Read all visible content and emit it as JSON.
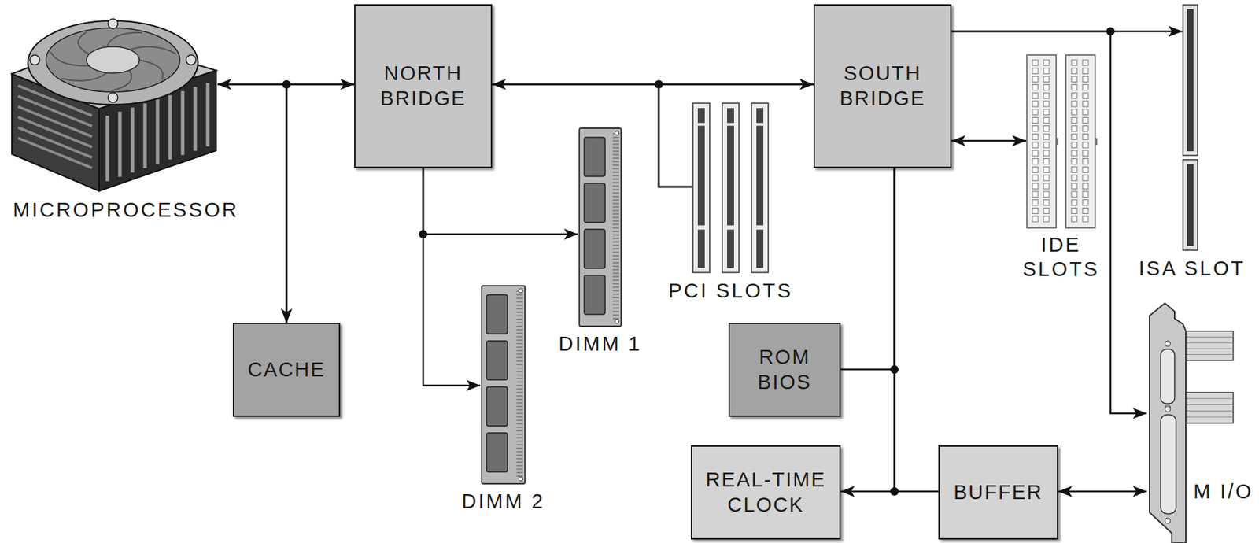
{
  "diagram": {
    "nodes": [
      {
        "text": [
          "MICROPROCESSOR"
        ]
      },
      {
        "text": [
          "NORTH BRIDGE"
        ]
      },
      {
        "text": [
          "SOUTH BRIDGE"
        ]
      },
      {
        "text": [
          "ISA SLOT"
        ]
      },
      {
        "text": [
          "DIMM 1"
        ]
      },
      {
        "text": [
          "PCI SLOTS"
        ]
      },
      {
        "text": [
          "IDE SLOTS"
        ]
      },
      {
        "text": [
          "CACHE"
        ]
      },
      {
        "text": [
          "ROM BIOS"
        ]
      },
      {
        "text": [
          "DIMM 2"
        ]
      },
      {
        "text": [
          "M I/O"
        ]
      },
      {
        "text": [
          "REAL-TIME CLOCK"
        ]
      },
      {
        "text": [
          "BUFFER"
        ]
      }
    ],
    "edges": [
      {
        "from": 0,
        "to": 1,
        "arrow": "both"
      },
      {
        "from": 0,
        "to": 7,
        "arrow": "to"
      },
      {
        "from": 1,
        "to": 7,
        "arrow": "to"
      },
      {
        "from": 1,
        "to": 2,
        "arrow": "both"
      },
      {
        "from": 1,
        "to": 5,
        "arrow": "none"
      },
      {
        "from": 2,
        "to": 5,
        "arrow": "none"
      },
      {
        "from": 1,
        "to": 4,
        "arrow": "to"
      },
      {
        "from": 1,
        "to": 9,
        "arrow": "to"
      },
      {
        "from": 2,
        "to": 6,
        "arrow": "both"
      },
      {
        "from": 2,
        "to": 3,
        "arrow": "to"
      },
      {
        "from": 2,
        "to": 10,
        "arrow": "to"
      },
      {
        "from": 2,
        "to": 8,
        "arrow": "none"
      },
      {
        "from": 2,
        "to": 11,
        "arrow": "to"
      },
      {
        "from": 2,
        "to": 12,
        "arrow": "none"
      },
      {
        "from": 12,
        "to": 10,
        "arrow": "both"
      }
    ]
  }
}
